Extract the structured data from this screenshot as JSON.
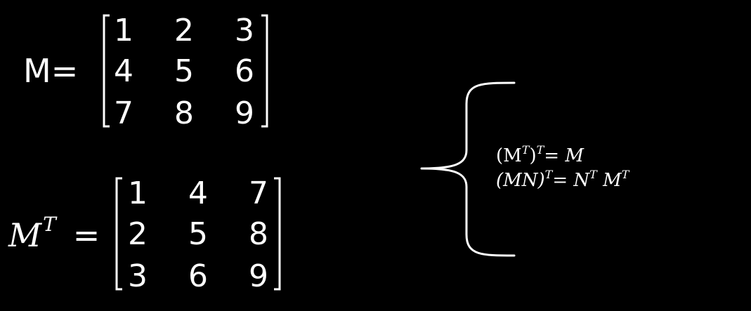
{
  "matrix_m": {
    "label": "M=",
    "rows": [
      [
        "1",
        "2",
        "3"
      ],
      [
        "4",
        "5",
        "6"
      ],
      [
        "7",
        "8",
        "9"
      ]
    ]
  },
  "matrix_mt": {
    "label_base": "M",
    "label_sup": "T",
    "label_eq": "=",
    "rows": [
      [
        "1",
        "4",
        "7"
      ],
      [
        "2",
        "5",
        "8"
      ],
      [
        "3",
        "6",
        "9"
      ]
    ]
  },
  "properties": {
    "line1": {
      "open": "(M",
      "sup1": "T",
      "close": ")",
      "sup2": "T",
      "rhs": "= M"
    },
    "line2": {
      "open": "(MN)",
      "sup1": "T",
      "rhs_a": "= N",
      "sup2": "T",
      "rhs_b": " M",
      "sup3": "T"
    }
  },
  "colors": {
    "background": "#000000",
    "foreground": "#ffffff"
  }
}
